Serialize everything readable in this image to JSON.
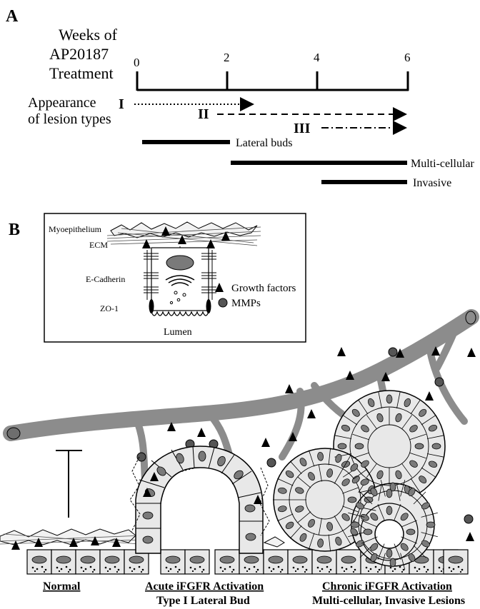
{
  "panel_a": {
    "label": "A",
    "weeks_title": [
      "Weeks of",
      "AP20187",
      "Treatment"
    ],
    "ticks": [
      "0",
      "2",
      "4",
      "6"
    ],
    "appearance_label": [
      "Appearance",
      "of lesion types"
    ],
    "types": [
      "I",
      "II",
      "III"
    ],
    "bars": [
      "Lateral buds",
      "Multi-cellular",
      "Invasive"
    ]
  },
  "panel_b": {
    "label": "B",
    "inset": {
      "myoepithelium": "Myoepithelium",
      "ecm": "ECM",
      "ecadherin": "E-Cadherin",
      "zo1": "ZO-1",
      "lumen": "Lumen",
      "legend_growth": "Growth factors",
      "legend_mmps": "MMPs"
    },
    "captions": {
      "normal": "Normal",
      "acute_title": "Acute  iFGFR Activation",
      "acute_sub": "Type I Lateral Bud",
      "chronic_title": "Chronic iFGFR Activation",
      "chronic_sub": "Multi-cellular, Invasive Lesions"
    }
  },
  "colors": {
    "vessel": "#8c8c8c",
    "cell_fill": "#e8e8e8",
    "nucleus": "#7a7a7a",
    "mmp": "#555555"
  }
}
